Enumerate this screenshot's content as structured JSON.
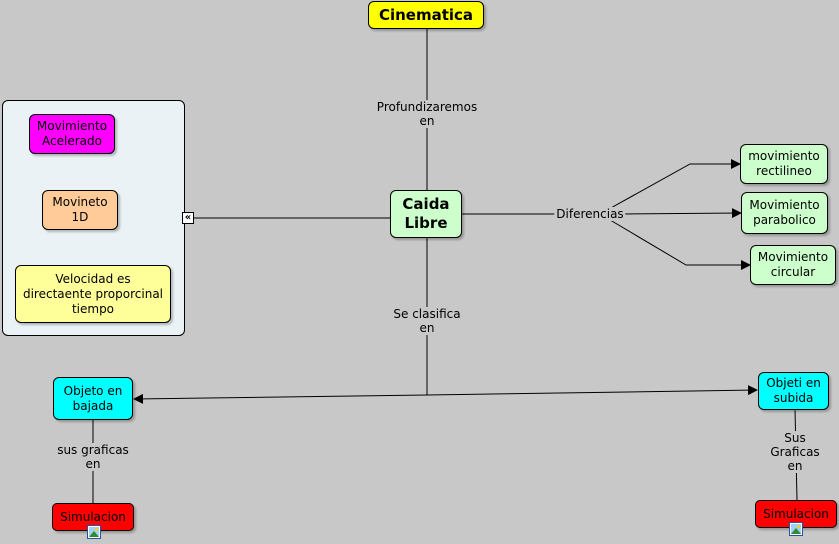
{
  "colors": {
    "background": "#c8c8c8",
    "root": "#ffff00",
    "center": "#ccffcc",
    "group_fill": "#eaf2f5",
    "magenta": "#ff00ff",
    "orange": "#ffcc99",
    "light_yellow": "#ffff99",
    "cyan": "#00ffff",
    "red": "#ff0000"
  },
  "nodes": {
    "root": "Cinematica",
    "center": "Caida\nLibre",
    "mov_acelerado": "Movimiento\nAcelerado",
    "movineto_1d": "Movineto\n1D",
    "velocidad": "Velocidad es\ndirectaente proporcinal\ntiempo",
    "rectilineo": "movimiento\nrectilineo",
    "parabolico": "Movimiento\nparabolico",
    "circular": "Movimiento\ncircular",
    "bajada": "Objeto en\nbajada",
    "subida": "Objeti en\nsubida",
    "sim_left": "Simulacion",
    "sim_right": "Simulacion"
  },
  "links": {
    "profundizaremos": "Profundizaremos\nen",
    "diferencias": "Diferencias",
    "clasifica": "Se clasifica\nen",
    "graficas_left": "sus graficas\nen",
    "graficas_right": "Sus Graficas\nen"
  },
  "icons": {
    "collapse": "double-chevron-left-icon",
    "resource": "image-resource-icon"
  }
}
